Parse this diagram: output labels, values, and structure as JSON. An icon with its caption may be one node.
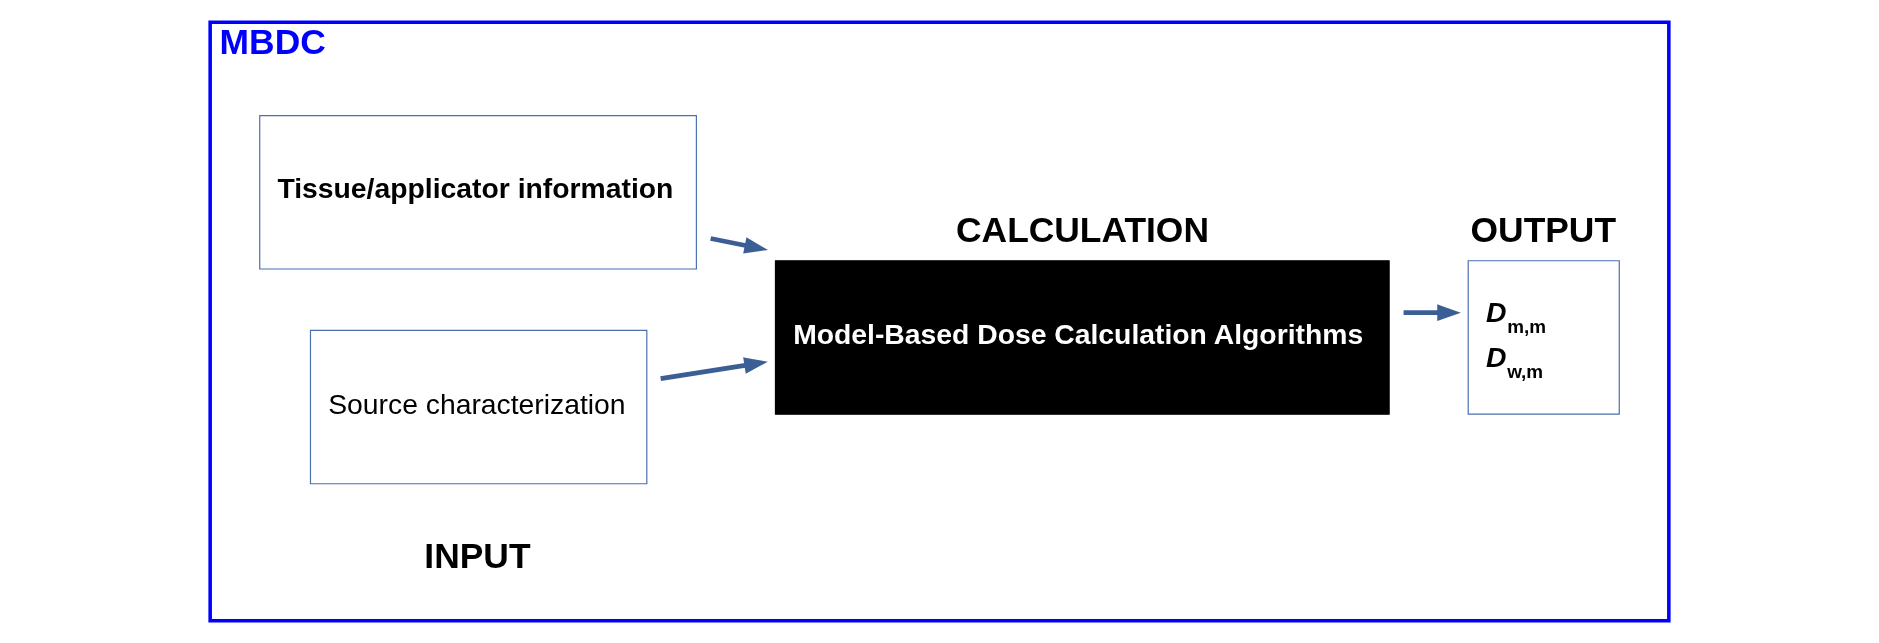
{
  "diagram": {
    "nodes": [
      {
        "text": [
          "MBDC"
        ]
      },
      {
        "text": [
          "Source characterization"
        ],
        "in": 0
      },
      {
        "text": [
          "Tissue/applicator information"
        ],
        "in": 0
      },
      {
        "text": [
          "CALCULATION",
          "Model-Based Dose Calculation Algorithms"
        ],
        "in": 0
      },
      {
        "text": [
          "OUTPUT",
          "*D*$_{m,m}$",
          "*D*$_{w,m}$"
        ],
        "in": 0
      }
    ],
    "edges": [
      {
        "from": 1,
        "to": 3,
        "arrow": "to"
      },
      {
        "from": 2,
        "to": 3,
        "arrow": "to"
      },
      {
        "from": 3,
        "to": 4,
        "arrow": "to"
      }
    ],
    "labels": [
      "INPUT"
    ]
  }
}
